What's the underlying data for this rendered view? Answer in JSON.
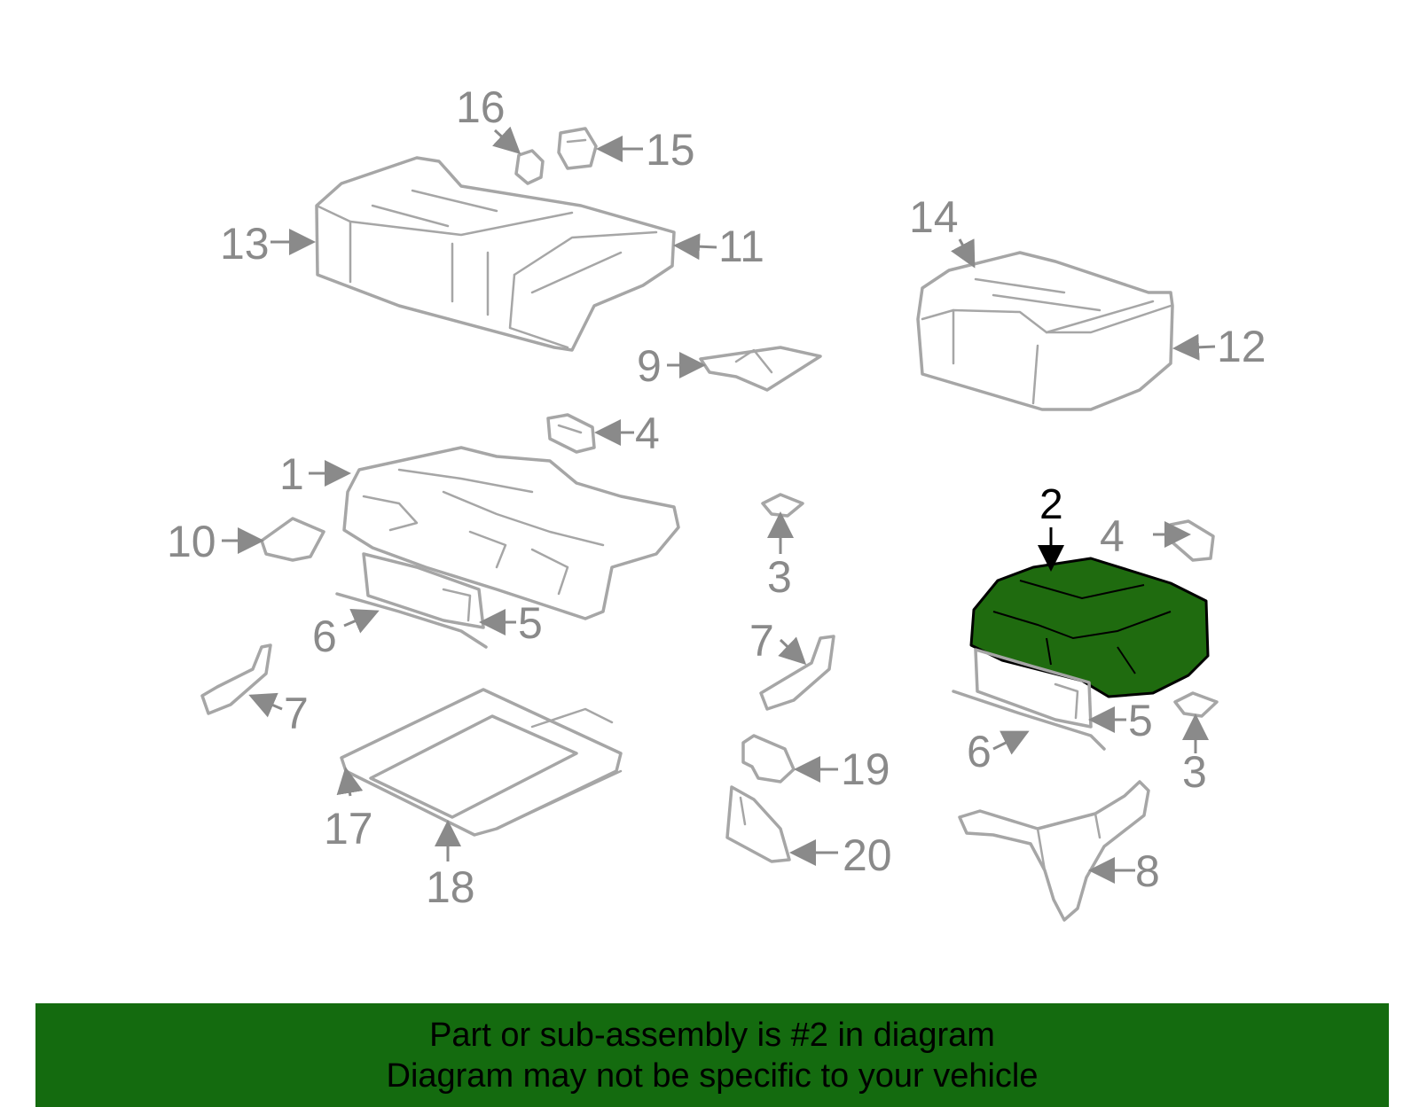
{
  "diagram": {
    "highlight_color": "#1f6b0f",
    "highlighted_part": "2",
    "callouts": {
      "c1": "1",
      "c2": "2",
      "c3a": "3",
      "c3b": "3",
      "c4a": "4",
      "c4b": "4",
      "c5a": "5",
      "c5b": "5",
      "c6a": "6",
      "c6b": "6",
      "c7a": "7",
      "c7b": "7",
      "c8": "8",
      "c9": "9",
      "c10": "10",
      "c11": "11",
      "c12": "12",
      "c13": "13",
      "c14": "14",
      "c15": "15",
      "c16": "16",
      "c17": "17",
      "c18": "18",
      "c19": "19",
      "c20": "20"
    }
  },
  "banner": {
    "color": "#146b0f",
    "line1": "Part or sub-assembly is #2 in diagram",
    "line2": "Diagram may not be specific to your vehicle"
  }
}
